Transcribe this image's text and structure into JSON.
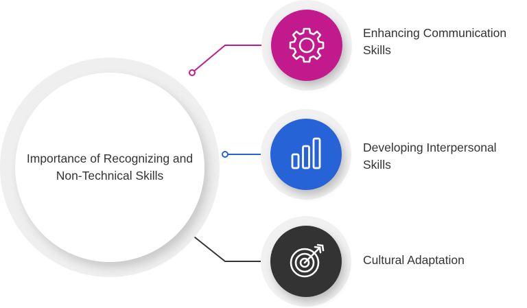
{
  "main": {
    "title": "Importance of Recognizing and Non-Technical Skills"
  },
  "items": [
    {
      "label": "Enhancing Communication Skills",
      "icon": "gear-icon",
      "color": "#c2198c"
    },
    {
      "label": "Developing Interpersonal Skills",
      "icon": "bar-chart-icon",
      "color": "#2563d6"
    },
    {
      "label": "Cultural Adaptation",
      "icon": "target-arrow-icon",
      "color": "#333333"
    }
  ]
}
